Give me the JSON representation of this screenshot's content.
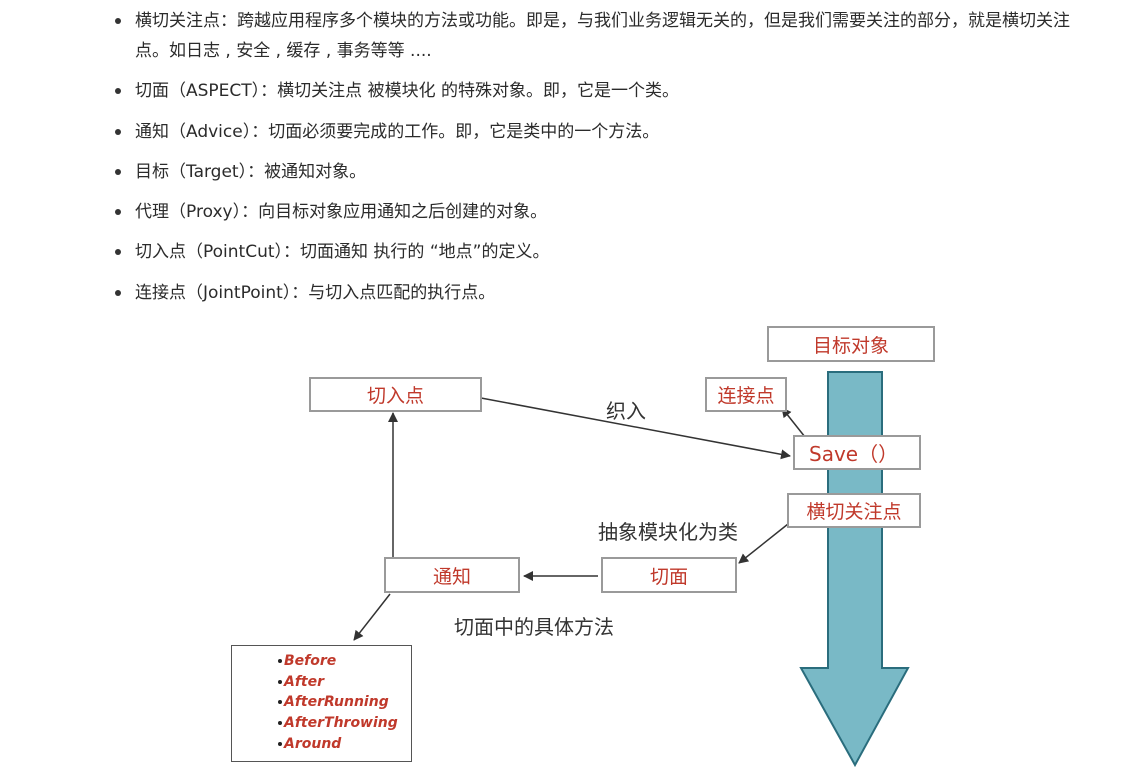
{
  "bullets": [
    {
      "text": "横切关注点：跨越应用程序多个模块的方法或功能。即是，与我们业务逻辑无关的，但是我们需要关注的部分，就是横切关注点。如日志 , 安全 , 缓存 , 事务等等 ...."
    },
    {
      "text": "切面（ASPECT）：横切关注点 被模块化 的特殊对象。即，它是一个类。"
    },
    {
      "text": "通知（Advice）：切面必须要完成的工作。即，它是类中的一个方法。"
    },
    {
      "text": "目标（Target）：被通知对象。"
    },
    {
      "text": "代理（Proxy）：向目标对象应用通知之后创建的对象。"
    },
    {
      "text": "切入点（PointCut）：切面通知 执行的 “地点”的定义。"
    },
    {
      "text": "连接点（JointPoint）：与切入点匹配的执行点。"
    }
  ],
  "diagram": {
    "target_object": "目标对象",
    "pointcut": "切入点",
    "weave_label": "织入",
    "joinpoint": "连接点",
    "save": "Save（）",
    "crosscutting": "横切关注点",
    "abstract_label": "抽象模块化为类",
    "advice": "通知",
    "aspect": "切面",
    "method_label": "切面中的具体方法",
    "advice_types": [
      "Before",
      "After",
      "AfterRunning",
      "AfterThrowing",
      "Around"
    ]
  },
  "colors": {
    "box_text": "#c0392b",
    "arrow_fill": "#79b9c6",
    "arrow_stroke": "#2a6d7d"
  }
}
